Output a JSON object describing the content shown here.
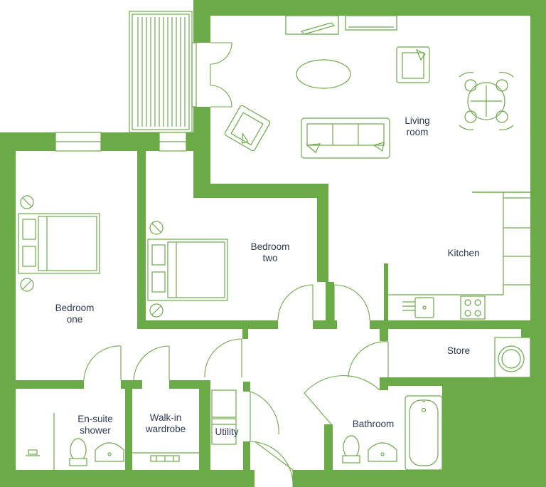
{
  "colors": {
    "wall": "#6aaa47",
    "line": "#6aaa47",
    "text": "#2e3a55",
    "background": "#ffffff"
  },
  "rooms": {
    "living_room": {
      "line1": "Living",
      "line2": "room"
    },
    "kitchen": {
      "line1": "Kitchen"
    },
    "bedroom_two": {
      "line1": "Bedroom",
      "line2": "two"
    },
    "bedroom_one": {
      "line1": "Bedroom",
      "line2": "one"
    },
    "store": {
      "line1": "Store"
    },
    "ensuite": {
      "line1": "En-suite",
      "line2": "shower"
    },
    "walkin": {
      "line1": "Walk-in",
      "line2": "wardrobe"
    },
    "utility": {
      "line1": "Utility"
    },
    "bathroom": {
      "line1": "Bathroom"
    }
  },
  "icons": [
    "balcony-icon",
    "sofa-icon",
    "armchair-icon",
    "dining-table-icon",
    "coffee-table-icon",
    "tv-unit-icon",
    "double-bed-icon",
    "bedside-lamp-icon",
    "sink-icon",
    "hob-icon",
    "washing-machine-icon",
    "toilet-icon",
    "basin-icon",
    "bathtub-icon",
    "shower-icon",
    "clothes-rail-icon"
  ]
}
